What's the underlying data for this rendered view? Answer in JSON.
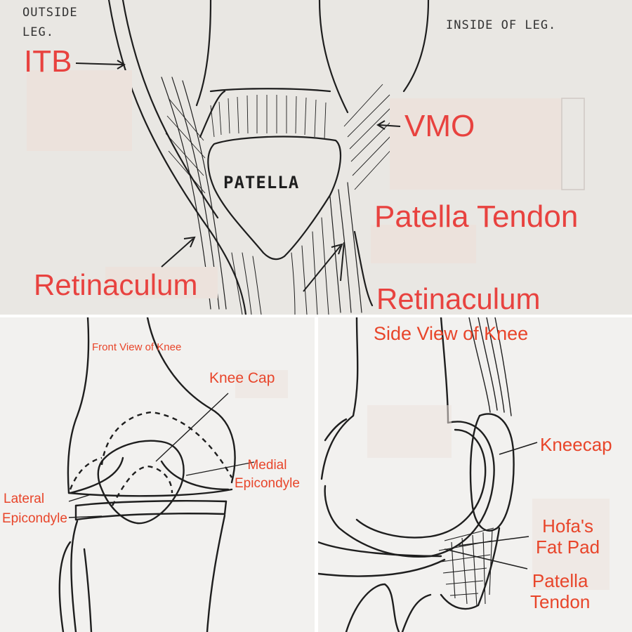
{
  "colors": {
    "paper": "#e9e7e3",
    "paper_bottom": "#f2f1ef",
    "ink": "#1e1e1e",
    "label_red": "#e8423f",
    "label_orange": "#e8452a",
    "divider": "#ffffff",
    "patch": "#ece2dc"
  },
  "top_panel": {
    "handwriting": {
      "outside_leg": "OUTSIDE LEG.",
      "inside_leg": "INSIDE OF LEG.",
      "patella": "PATELLA"
    },
    "labels": {
      "itb": "ITB",
      "vmo": "VMO",
      "patella_tendon": "Patella Tendon",
      "retinaculum_left": "Retinaculum",
      "retinaculum_right": "Retinaculum"
    }
  },
  "bottom_left_panel": {
    "title": "Front View of Knee",
    "labels": {
      "knee_cap": "Knee Cap",
      "medial_epicondyle_line1": "Medial",
      "medial_epicondyle_line2": "Epicondyle",
      "lateral_epicondyle_line1": "Lateral",
      "lateral_epicondyle_line2": "Epicondyle"
    }
  },
  "bottom_right_panel": {
    "title": "Side View of Knee",
    "labels": {
      "kneecap": "Kneecap",
      "hofas_line1": "Hofa's",
      "hofas_line2": "Fat Pad",
      "patella_tendon_line1": "Patella",
      "patella_tendon_line2": "Tendon"
    }
  }
}
